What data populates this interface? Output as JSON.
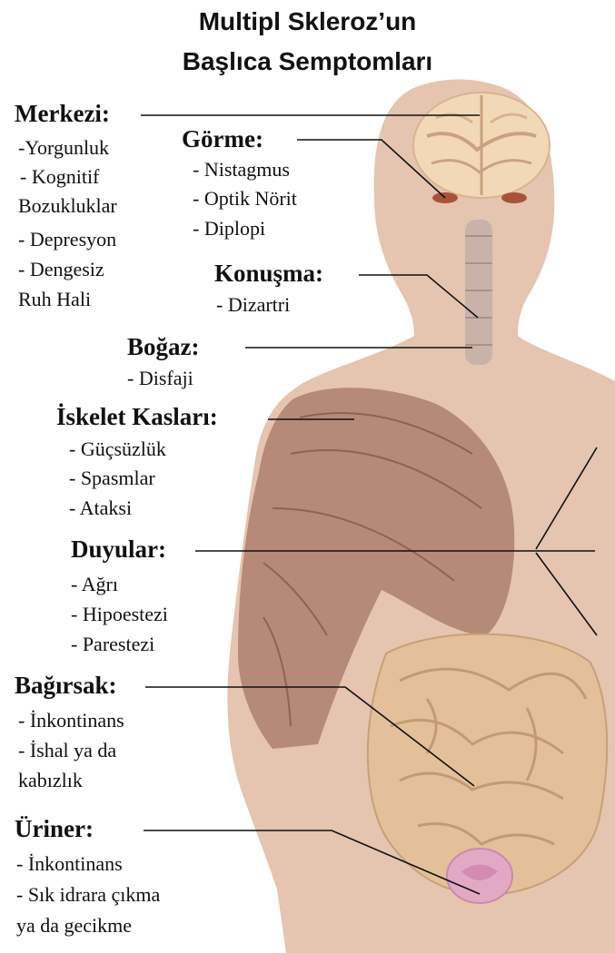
{
  "title": {
    "line1": "Multipl Skleroz’un",
    "line2": "Başlıca Semptomları"
  },
  "colors": {
    "skin": "#e5c4b0",
    "muscle": "#b58a76",
    "intestine": "#e3c09a",
    "bladder": "#e2a9c5",
    "brain": "#f3d8b8",
    "line": "#111111"
  },
  "sections": {
    "merkezi": {
      "header": "Merkezi:",
      "items": [
        "-Yorgunluk",
        "- Kognitif",
        "Bozukluklar",
        "- Depresyon",
        "- Dengesiz",
        "Ruh Hali"
      ]
    },
    "gorme": {
      "header": "Görme:",
      "items": [
        "- Nistagmus",
        "- Optik Nörit",
        "- Diplopi"
      ]
    },
    "konusma": {
      "header": "Konuşma:",
      "items": [
        "- Dizartri"
      ]
    },
    "bogaz": {
      "header": "Boğaz:",
      "items": [
        "- Disfaji"
      ]
    },
    "iskelet": {
      "header": "İskelet Kasları:",
      "items": [
        "- Güçsüzlük",
        "- Spasmlar",
        "- Ataksi"
      ]
    },
    "duyular": {
      "header": "Duyular:",
      "items": [
        "- Ağrı",
        "- Hipoestezi",
        "- Parestezi"
      ]
    },
    "bagirsak": {
      "header": "Bağırsak:",
      "items": [
        "- İnkontinans",
        "- İshal ya da",
        "kabızlık"
      ]
    },
    "uriner": {
      "header": "Üriner:",
      "items": [
        "- İnkontinans",
        "- Sık idrara çıkma",
        "ya da gecikme"
      ]
    }
  }
}
